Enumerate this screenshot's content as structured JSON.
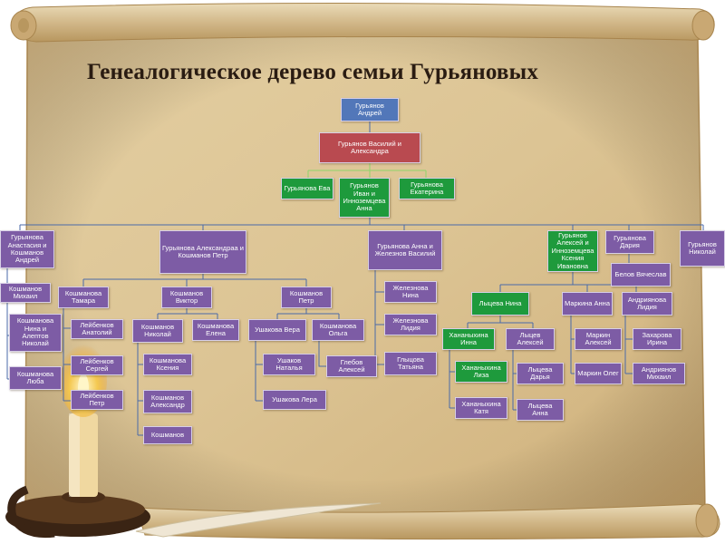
{
  "title": "Генеалогическое дерево семьи Гурьяновых",
  "colors": {
    "purple": "#7d5ca5",
    "blue": "#5277b9",
    "red": "#b94a50",
    "green": "#1e9a3c",
    "line": "#4a6aa8",
    "scroll": "#d9c49a"
  },
  "nodes": {
    "root": "Гурьянов Андрей",
    "gen1": "Гурьянов Василий и Александра",
    "eva": "Гурьянова Ева",
    "ivan": "Гурьянов Иван и Инноземцева Анна",
    "ekaterina": "Гурьянова Екатерина",
    "anastasia": "Гурьянова Анастасия и Кошманов Андрей",
    "aleksandra": "Гурьянова Александраа и Кошманов Петр",
    "anna_zhel": "Гурьянова Анна и Железнов Василий",
    "aleksey": "Гурьянов Алексей и Инноземцева Ксения Ивановна",
    "dariya": "Гурьянова Дария",
    "nikolay": "Гурьянов Николай",
    "mikhail": "Кошманов Михаил",
    "mikhail_c1": "Кошманова Нина и Алептов Николай",
    "mikhail_c2": "Кошманова Люба",
    "tamara": "Кошманова Тамара",
    "tamara_c1": "Лейбенков Анатолий",
    "tamara_c2": "Лейбенков Сергей",
    "tamara_c3": "Лейбенков Петр",
    "viktor": "Кошманов Виктор",
    "viktor_nikolay": "Кошманов Николай",
    "viktor_elena": "Кошманова Елена",
    "nk_c1": "Кошманова Ксения",
    "nk_c2": "Кошманов Александр",
    "nk_c3": "Кошманов",
    "petr": "Кошманов Петр",
    "petr_vera": "Ушакова Вера",
    "petr_olga": "Кошманова Ольга",
    "vera_c1": "Ушаков Наталья",
    "vera_c2": "Ушакова Лера",
    "olga_c1": "Глебов Алексей",
    "zh_c1": "Железнова Нина",
    "zh_c2": "Железнова Лидия",
    "zh_c3": "Глыцова Татьяна",
    "lytseva_nina": "Лыцева Нина",
    "markina": "Маркина Анна",
    "andriyanova": "Андриянова Лидия",
    "belov": "Белов Вячеслав",
    "khananykhina": "Хананыхина Инна",
    "lytsev": "Лыцев Алексей",
    "kh_c1": "Хананыхина Лиза",
    "kh_c2": "Хананыхина Катя",
    "ly_c1": "Лыцева Дарья",
    "ly_c2": "Лыцева Анна",
    "mk_c1": "Маркин Алексей",
    "mk_c2": "Маркин Олег",
    "an_c1": "Захарова Ирина",
    "an_c2": "Андриянов Михаил"
  }
}
